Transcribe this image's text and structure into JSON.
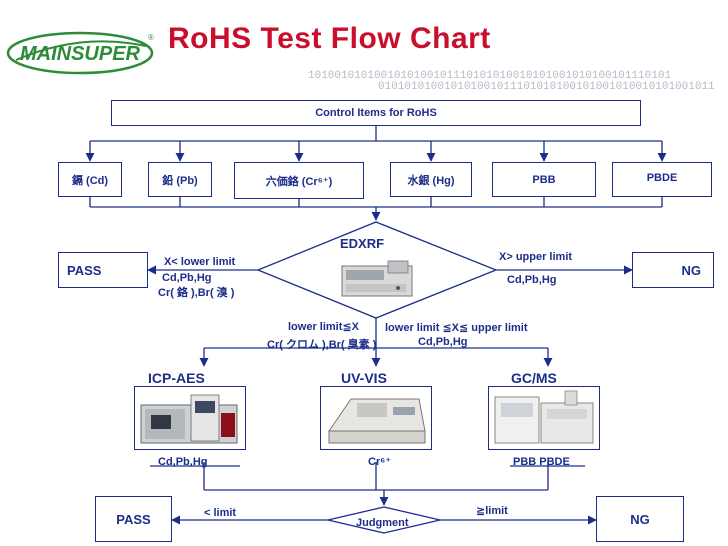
{
  "header": {
    "logo_text": "MAINSUPER",
    "title": "RoHS Test Flow Chart",
    "binary_line_1": "1010010101001010100101110101010010101001010100101110101",
    "binary_line_2": "010101010010101001011101010100101001010010101001011"
  },
  "control_items": "Control Items for RoHS",
  "elements": [
    "鎘 (Cd)",
    "鉛 (Pb)",
    "六価鉻 (Cr⁶⁺)",
    "水銀 (Hg)",
    "PBB",
    "PBDE"
  ],
  "screening": {
    "method": "EDXRF",
    "pass_label": "PASS",
    "ng_label": "NG",
    "lower_condition": "X< lower limit",
    "lower_elements_1": "Cd,Pb,Hg",
    "lower_elements_2": "Cr( 鉻 ),Br( 溴 )",
    "upper_condition": "X> upper limit",
    "upper_elements": "Cd,Pb,Hg",
    "middle_condition_left": "lower limit≦X",
    "middle_condition_right": "lower limit ≦X≦ upper limit",
    "middle_elements_left": "Cr( クロム ),Br( 臭素 )",
    "middle_elements_right": "Cd,Pb,Hg"
  },
  "methods": [
    {
      "name": "ICP-AES",
      "targets": "Cd,Pb,Hg"
    },
    {
      "name": "UV-VIS",
      "targets": "Cr⁶⁺"
    },
    {
      "name": "GC/MS",
      "targets": "PBB PBDE"
    }
  ],
  "judgment": {
    "label": "Judgment",
    "pass_label": "PASS",
    "ng_label": "NG",
    "below_limit": "< limit",
    "above_limit": "≧limit"
  },
  "colors": {
    "title": "#c8102e",
    "line": "#1d2d8a",
    "logo_green": "#2e8b3a"
  }
}
